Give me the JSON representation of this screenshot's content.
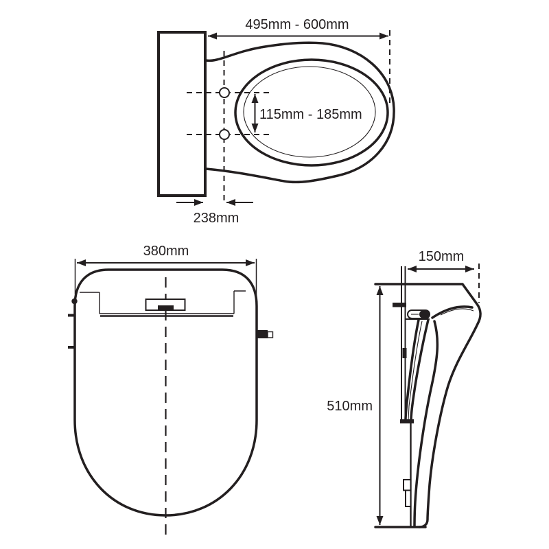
{
  "colors": {
    "ink": "#231f20",
    "background": "#ffffff"
  },
  "views": {
    "top": {
      "labels": {
        "width_range": "495mm - 600mm",
        "bolt_spacing_range": "115mm - 185mm",
        "mount_offset": "238mm"
      }
    },
    "front": {
      "labels": {
        "width": "380mm"
      }
    },
    "side": {
      "labels": {
        "depth": "150mm",
        "height": "510mm"
      }
    }
  }
}
